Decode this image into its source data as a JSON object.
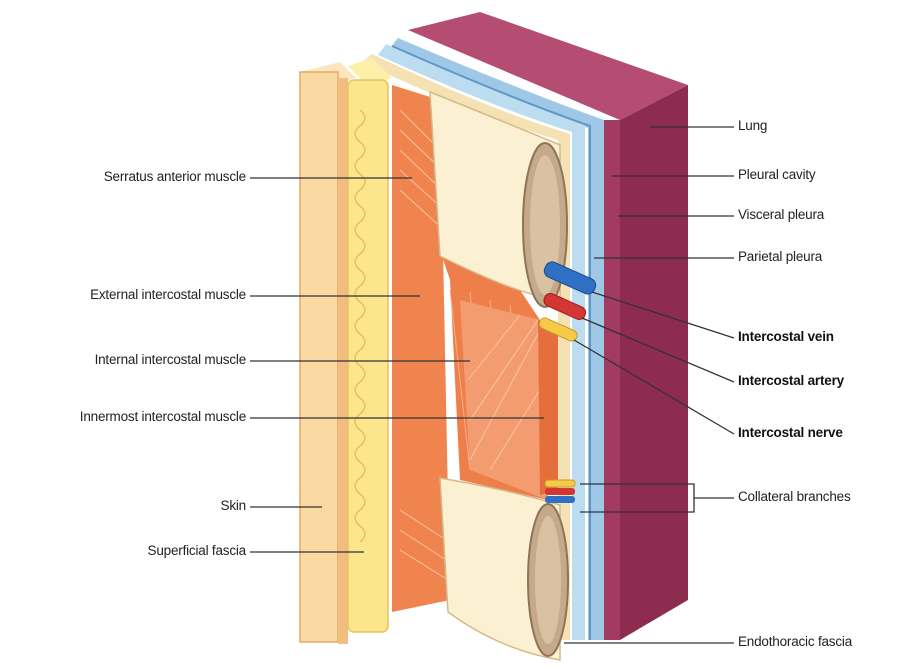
{
  "labels_left": [
    {
      "id": "serratus-anterior",
      "text": "Serratus anterior muscle"
    },
    {
      "id": "external-intercostal",
      "text": "External intercostal muscle"
    },
    {
      "id": "internal-intercostal",
      "text": "Internal intercostal muscle"
    },
    {
      "id": "innermost-intercostal",
      "text": "Innermost intercostal muscle"
    },
    {
      "id": "skin",
      "text": "Skin"
    },
    {
      "id": "superficial-fascia",
      "text": "Superficial fascia"
    }
  ],
  "labels_right": [
    {
      "id": "lung",
      "text": "Lung"
    },
    {
      "id": "pleural-cavity",
      "text": "Pleural cavity"
    },
    {
      "id": "visceral-pleura",
      "text": "Visceral pleura"
    },
    {
      "id": "parietal-pleura",
      "text": "Parietal pleura"
    },
    {
      "id": "intercostal-vein",
      "text": "Intercostal vein"
    },
    {
      "id": "intercostal-artery",
      "text": "Intercostal artery"
    },
    {
      "id": "intercostal-nerve",
      "text": "Intercostal nerve"
    },
    {
      "id": "collateral-branches",
      "text": "Collateral branches"
    },
    {
      "id": "endothoracic-fascia",
      "text": "Endothoracic fascia"
    }
  ],
  "colors": {
    "skin": "#fbd9a3",
    "skin_edge": "#e4a868",
    "fascia": "#fbe58d",
    "muscle": "#f0844e",
    "muscle_light": "#f6a878",
    "bone": "#fbf1d2",
    "bone_marrow": "#c4a98a",
    "pleura": "#9fc8e6",
    "pleura_dark": "#5f97c8",
    "lung": "#a33a5f",
    "lung_top": "#b54d73",
    "vein": "#2f6fc4",
    "artery": "#d43535",
    "nerve": "#f6c94a",
    "leader": "#333333"
  }
}
